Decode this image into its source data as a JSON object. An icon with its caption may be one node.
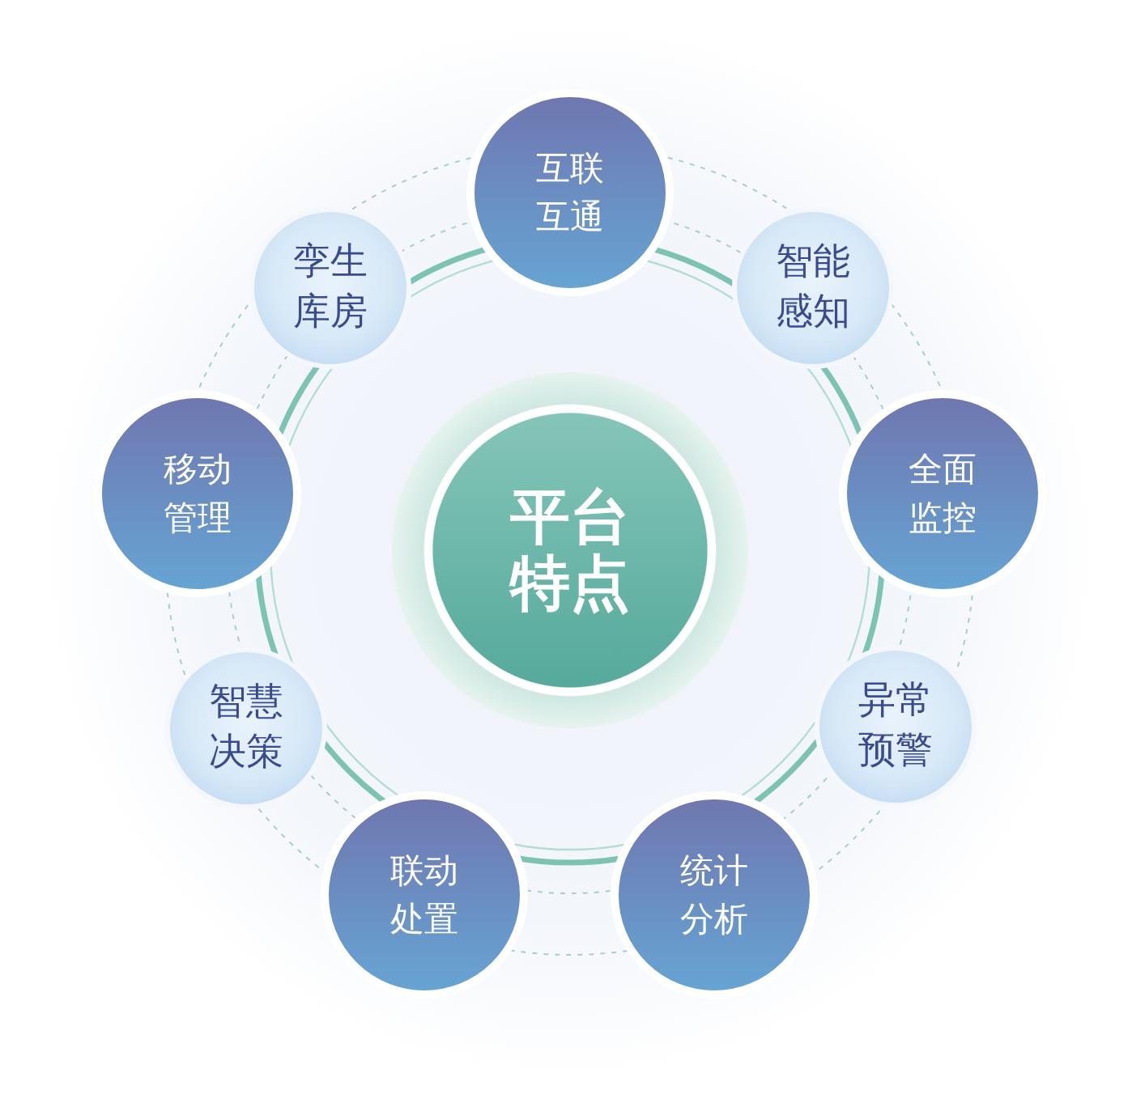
{
  "diagram": {
    "nodes": [
      {
        "text": [
          "平台特点"
        ]
      },
      {
        "text": [
          "互联互通"
        ]
      },
      {
        "text": [
          "智能感知"
        ]
      },
      {
        "text": [
          "全面监控"
        ]
      },
      {
        "text": [
          "异常预警"
        ]
      },
      {
        "text": [
          "统计分析"
        ]
      },
      {
        "text": [
          "联动处置"
        ]
      },
      {
        "text": [
          "智慧决策"
        ]
      },
      {
        "text": [
          "移动管理"
        ]
      },
      {
        "text": [
          "孪生库房"
        ]
      }
    ]
  }
}
